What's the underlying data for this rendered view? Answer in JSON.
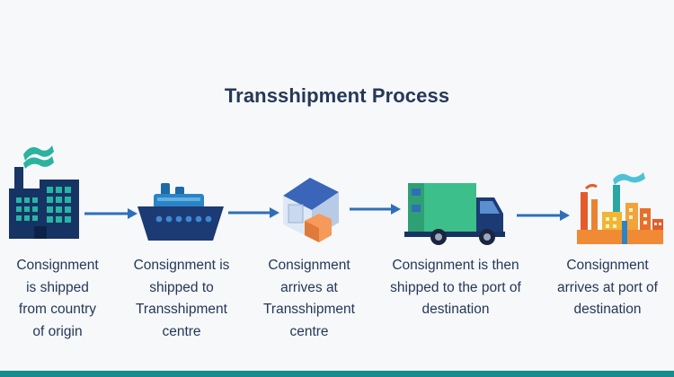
{
  "title": "Transshipment Process",
  "steps": [
    {
      "icon": "factory-icon",
      "label": "Consignment\nis shipped\nfrom country\nof origin"
    },
    {
      "icon": "ship-icon",
      "label": "Consignment is\nshipped to\nTransshipment\ncentre"
    },
    {
      "icon": "warehouse-icon",
      "label": "Consignment\narrives at\nTransshipment\ncentre"
    },
    {
      "icon": "truck-icon",
      "label": "Consignment is then\nshipped to the port of\ndestination"
    },
    {
      "icon": "industrial-city-icon",
      "label": "Consignment\narrives at port of\ndestination"
    }
  ],
  "colors": {
    "title": "#253858",
    "text": "#253858",
    "arrow": "#2e6fb8",
    "accent_teal": "#29b3a3",
    "navy": "#1e3d73",
    "bottom_bar": "#158d8a"
  }
}
